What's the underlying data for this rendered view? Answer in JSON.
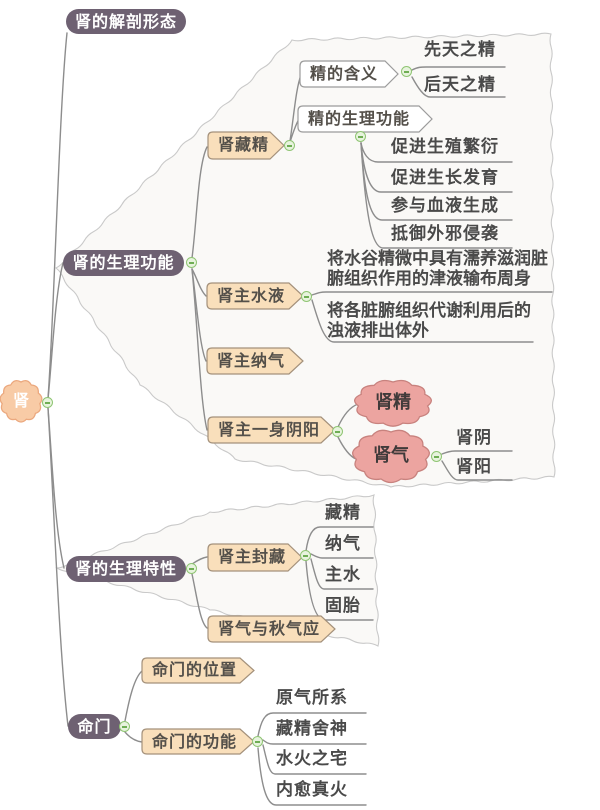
{
  "colors": {
    "branch_badge": "#6e6172",
    "topic_flag": "#f9dfbb",
    "root_cloud": "#f8cba6",
    "pink_cloud": "#eca4a0",
    "collapse_green": "#8fc573",
    "connector_gray": "#8d8d8d"
  },
  "map": {
    "root": {
      "label": "肾"
    },
    "branches": [
      {
        "label": "肾的解剖形态"
      },
      {
        "label": "肾的生理功能",
        "children": [
          {
            "label": "肾藏精",
            "children": [
              {
                "label": "精的含义",
                "children": [
                  {
                    "label": "先天之精"
                  },
                  {
                    "label": "后天之精"
                  }
                ]
              },
              {
                "label": "精的生理功能",
                "children": [
                  {
                    "label": "促进生殖繁衍"
                  },
                  {
                    "label": "促进生长发育"
                  },
                  {
                    "label": "参与血液生成"
                  },
                  {
                    "label": "抵御外邪侵袭"
                  }
                ]
              }
            ]
          },
          {
            "label": "肾主水液",
            "children": [
              {
                "label": "将水谷精微中具有濡养滋润脏腑组织作用的津液输布周身"
              },
              {
                "label": "将各脏腑组织代谢利用后的浊液排出体外"
              }
            ]
          },
          {
            "label": "肾主纳气"
          },
          {
            "label": "肾主一身阴阳",
            "children": [
              {
                "label": "肾精"
              },
              {
                "label": "肾气",
                "children": [
                  {
                    "label": "肾阴"
                  },
                  {
                    "label": "肾阳"
                  }
                ]
              }
            ]
          }
        ]
      },
      {
        "label": "肾的生理特性",
        "children": [
          {
            "label": "肾主封藏",
            "children": [
              {
                "label": "藏精"
              },
              {
                "label": "纳气"
              },
              {
                "label": "主水"
              },
              {
                "label": "固胎"
              }
            ]
          },
          {
            "label": "肾气与秋气应"
          }
        ]
      },
      {
        "label": "命门",
        "children": [
          {
            "label": "命门的位置"
          },
          {
            "label": "命门的功能",
            "children": [
              {
                "label": "原气所系"
              },
              {
                "label": "藏精舍神"
              },
              {
                "label": "水火之宅"
              },
              {
                "label": "内愈真火"
              }
            ]
          }
        ]
      }
    ]
  }
}
